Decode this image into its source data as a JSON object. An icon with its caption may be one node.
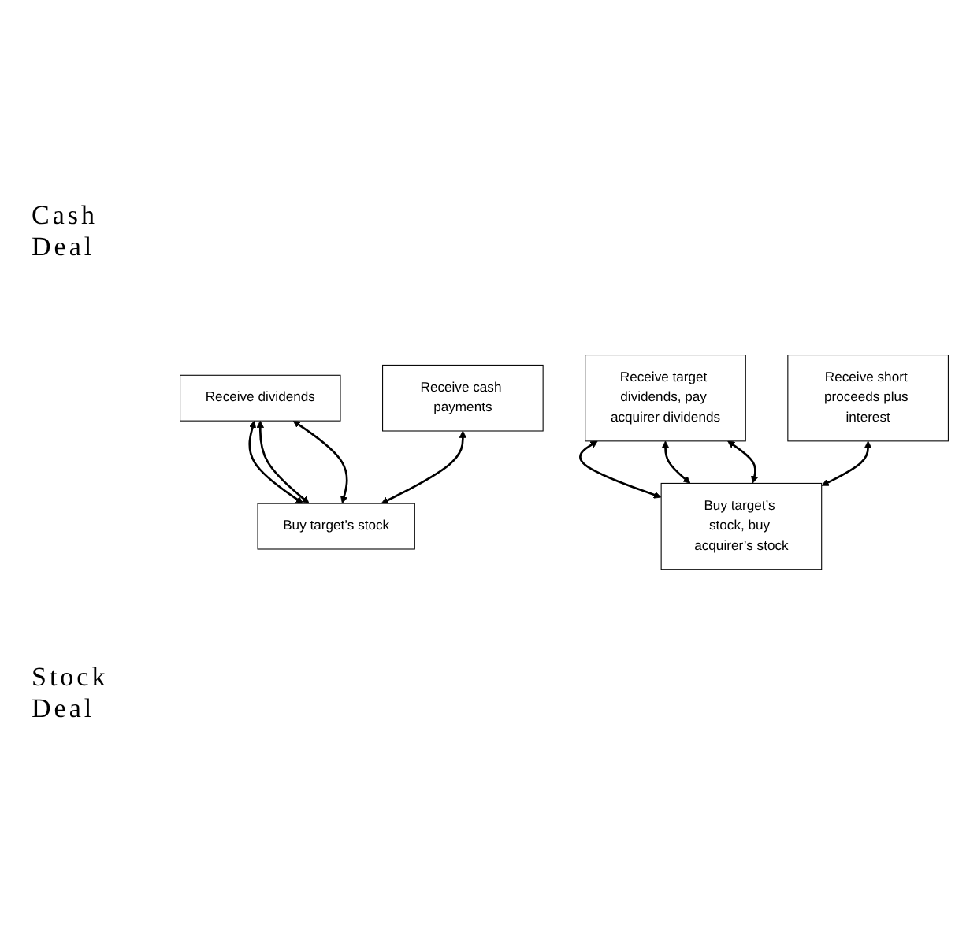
{
  "diagram": {
    "nodes": [
      {
        "text": [
          "Receive dividends"
        ]
      },
      {
        "text": [
          "Receive cash payments"
        ]
      },
      {
        "text": [
          "Buy target’s stock"
        ]
      },
      {
        "text": [
          "Receive short proceeds plus interest"
        ]
      },
      {
        "text": [
          "Buy target’s stock, buy acquirer’s stock"
        ]
      },
      {
        "text": [
          "Receive target dividends, pay acquirer dividends"
        ]
      }
    ],
    "edges": [
      {
        "from": 2,
        "to": 0,
        "arrow": "both"
      },
      {
        "from": 2,
        "to": 0,
        "arrow": "both"
      },
      {
        "from": 2,
        "to": 0,
        "arrow": "both"
      },
      {
        "from": 2,
        "to": 1,
        "arrow": "both"
      },
      {
        "from": 4,
        "to": 5,
        "arrow": "both"
      },
      {
        "from": 4,
        "to": 5,
        "arrow": "both"
      },
      {
        "from": 4,
        "to": 5,
        "arrow": "both"
      },
      {
        "from": 4,
        "to": 3,
        "arrow": "both"
      }
    ],
    "labels": [
      "Cash Deal",
      "Stock Deal"
    ]
  }
}
